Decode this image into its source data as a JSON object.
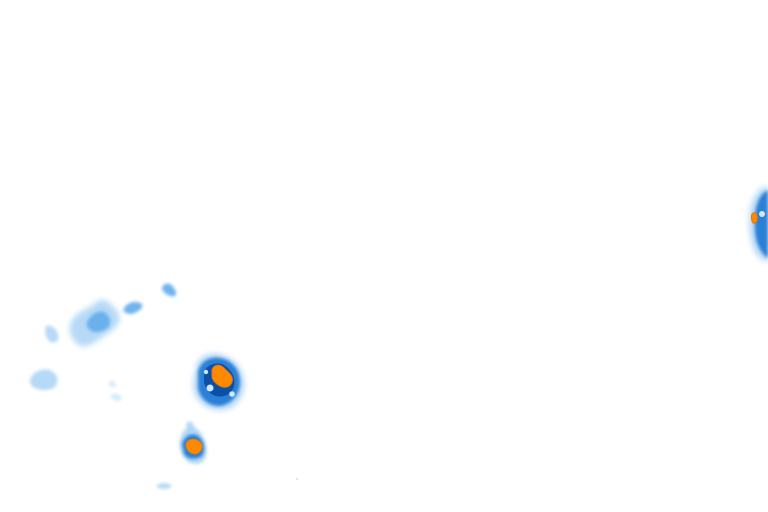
{
  "map": {
    "type": "precipitation-radar-tile",
    "background": "#ffffff",
    "palette": {
      "very_light": "#cfe8fb",
      "light": "#a9d3f5",
      "medium": "#62acec",
      "strong": "#2a7fd6",
      "very_strong": "#1460be",
      "core_dark": "#0b4fa8",
      "intense": "#ff8a00",
      "intense_edge": "#e57a00"
    },
    "echoes": [
      {
        "name": "echo-cluster-west",
        "intensity": "light"
      },
      {
        "name": "echo-small-northwest",
        "intensity": "medium"
      },
      {
        "name": "echo-small-north",
        "intensity": "medium"
      },
      {
        "name": "echo-far-west",
        "intensity": "light"
      },
      {
        "name": "echo-cell-main",
        "intensity": "intense"
      },
      {
        "name": "echo-cell-south",
        "intensity": "intense"
      },
      {
        "name": "echo-cell-east-edge",
        "intensity": "intense"
      },
      {
        "name": "echo-speck-south",
        "intensity": "light"
      }
    ]
  }
}
